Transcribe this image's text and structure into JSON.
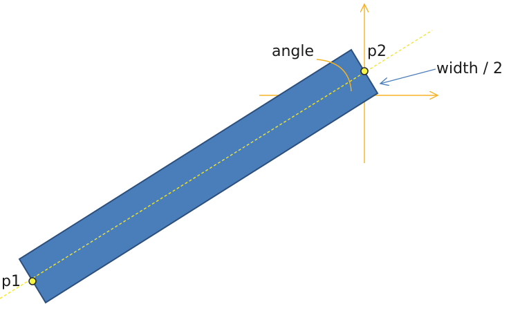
{
  "labels": {
    "p1": "p1",
    "p2": "p2",
    "angle": "angle",
    "width_half": "width / 2"
  },
  "colors": {
    "bar_fill": "#4a7ebb",
    "bar_stroke": "#2c4f7c",
    "axis": "#f5b324",
    "centerline": "#f5e625",
    "point_fill": "#f5f542",
    "point_stroke": "#2a2a2a",
    "pointer_arrow": "#4a7ebb",
    "text": "#1a1a1a"
  }
}
